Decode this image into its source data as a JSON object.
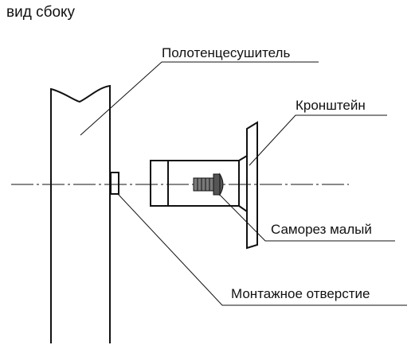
{
  "title": "вид сбоку",
  "labels": {
    "towel_dryer": "Полотенцесушитель",
    "bracket": "Кронштейн",
    "screw": "Саморез малый",
    "mount_hole": "Монтажное отверстие"
  },
  "colors": {
    "line": "#111111",
    "screw_fill": "#7a7a7a",
    "background": "#ffffff"
  }
}
